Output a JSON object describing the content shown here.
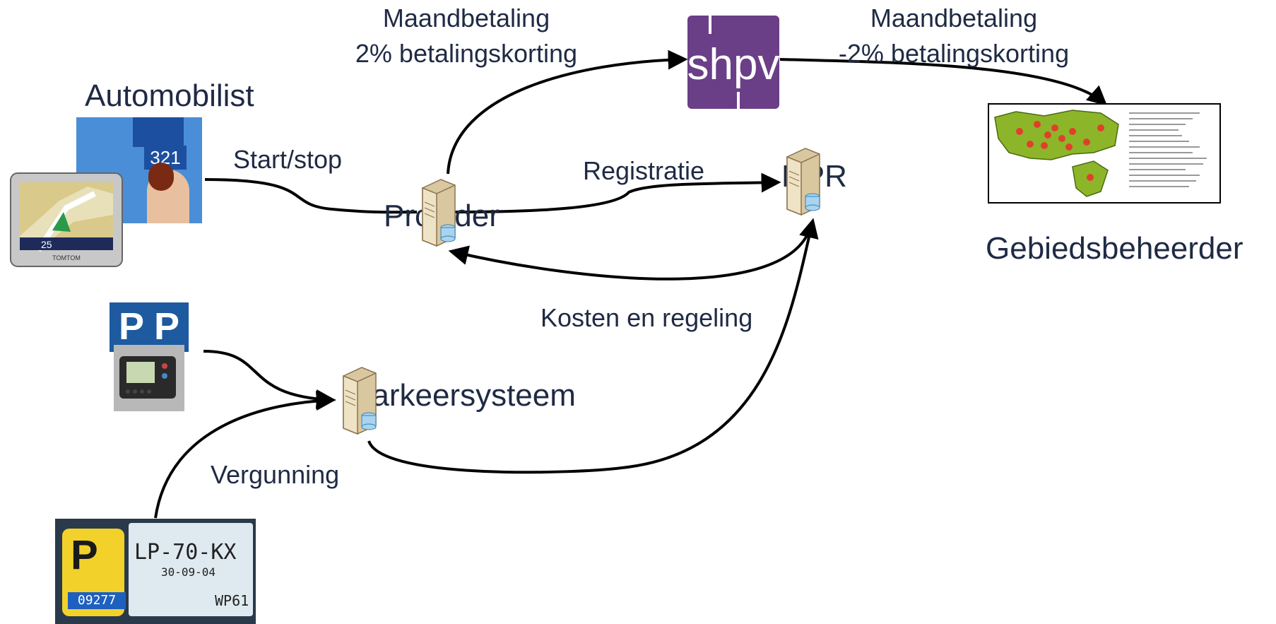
{
  "labels": {
    "maand_links_1": "Maandbetaling",
    "maand_links_2": "2% betalingskorting",
    "maand_rechts_1": "Maandbetaling",
    "maand_rechts_2": "-2% betalingskorting",
    "automobilist": "Automobilist",
    "start_stop": "Start/stop",
    "registratie": "Registratie",
    "npr": "NPR",
    "provider": "Provider",
    "kosten": "Kosten en regeling",
    "parkeersysteem": "Parkeersysteem",
    "vergunning": "Vergunning",
    "gebiedsbeheerder": "Gebiedsbeheerder"
  },
  "shpv_logo": {
    "text": "shpv",
    "color": "#6b3f87"
  },
  "gps_device": {
    "sign": "321",
    "speed": "25",
    "brand": "TOMTOM"
  },
  "parking_meter": {
    "sign": "P P"
  },
  "permit_card": {
    "plate": "LP-70-KX",
    "date": "30-09-04",
    "code": "WP61",
    "number": "09277"
  },
  "icons": [
    "server-icon",
    "car-navigation-icon",
    "parking-meter-icon",
    "parking-permit-icon",
    "area-map-icon",
    "shpv-logo"
  ]
}
